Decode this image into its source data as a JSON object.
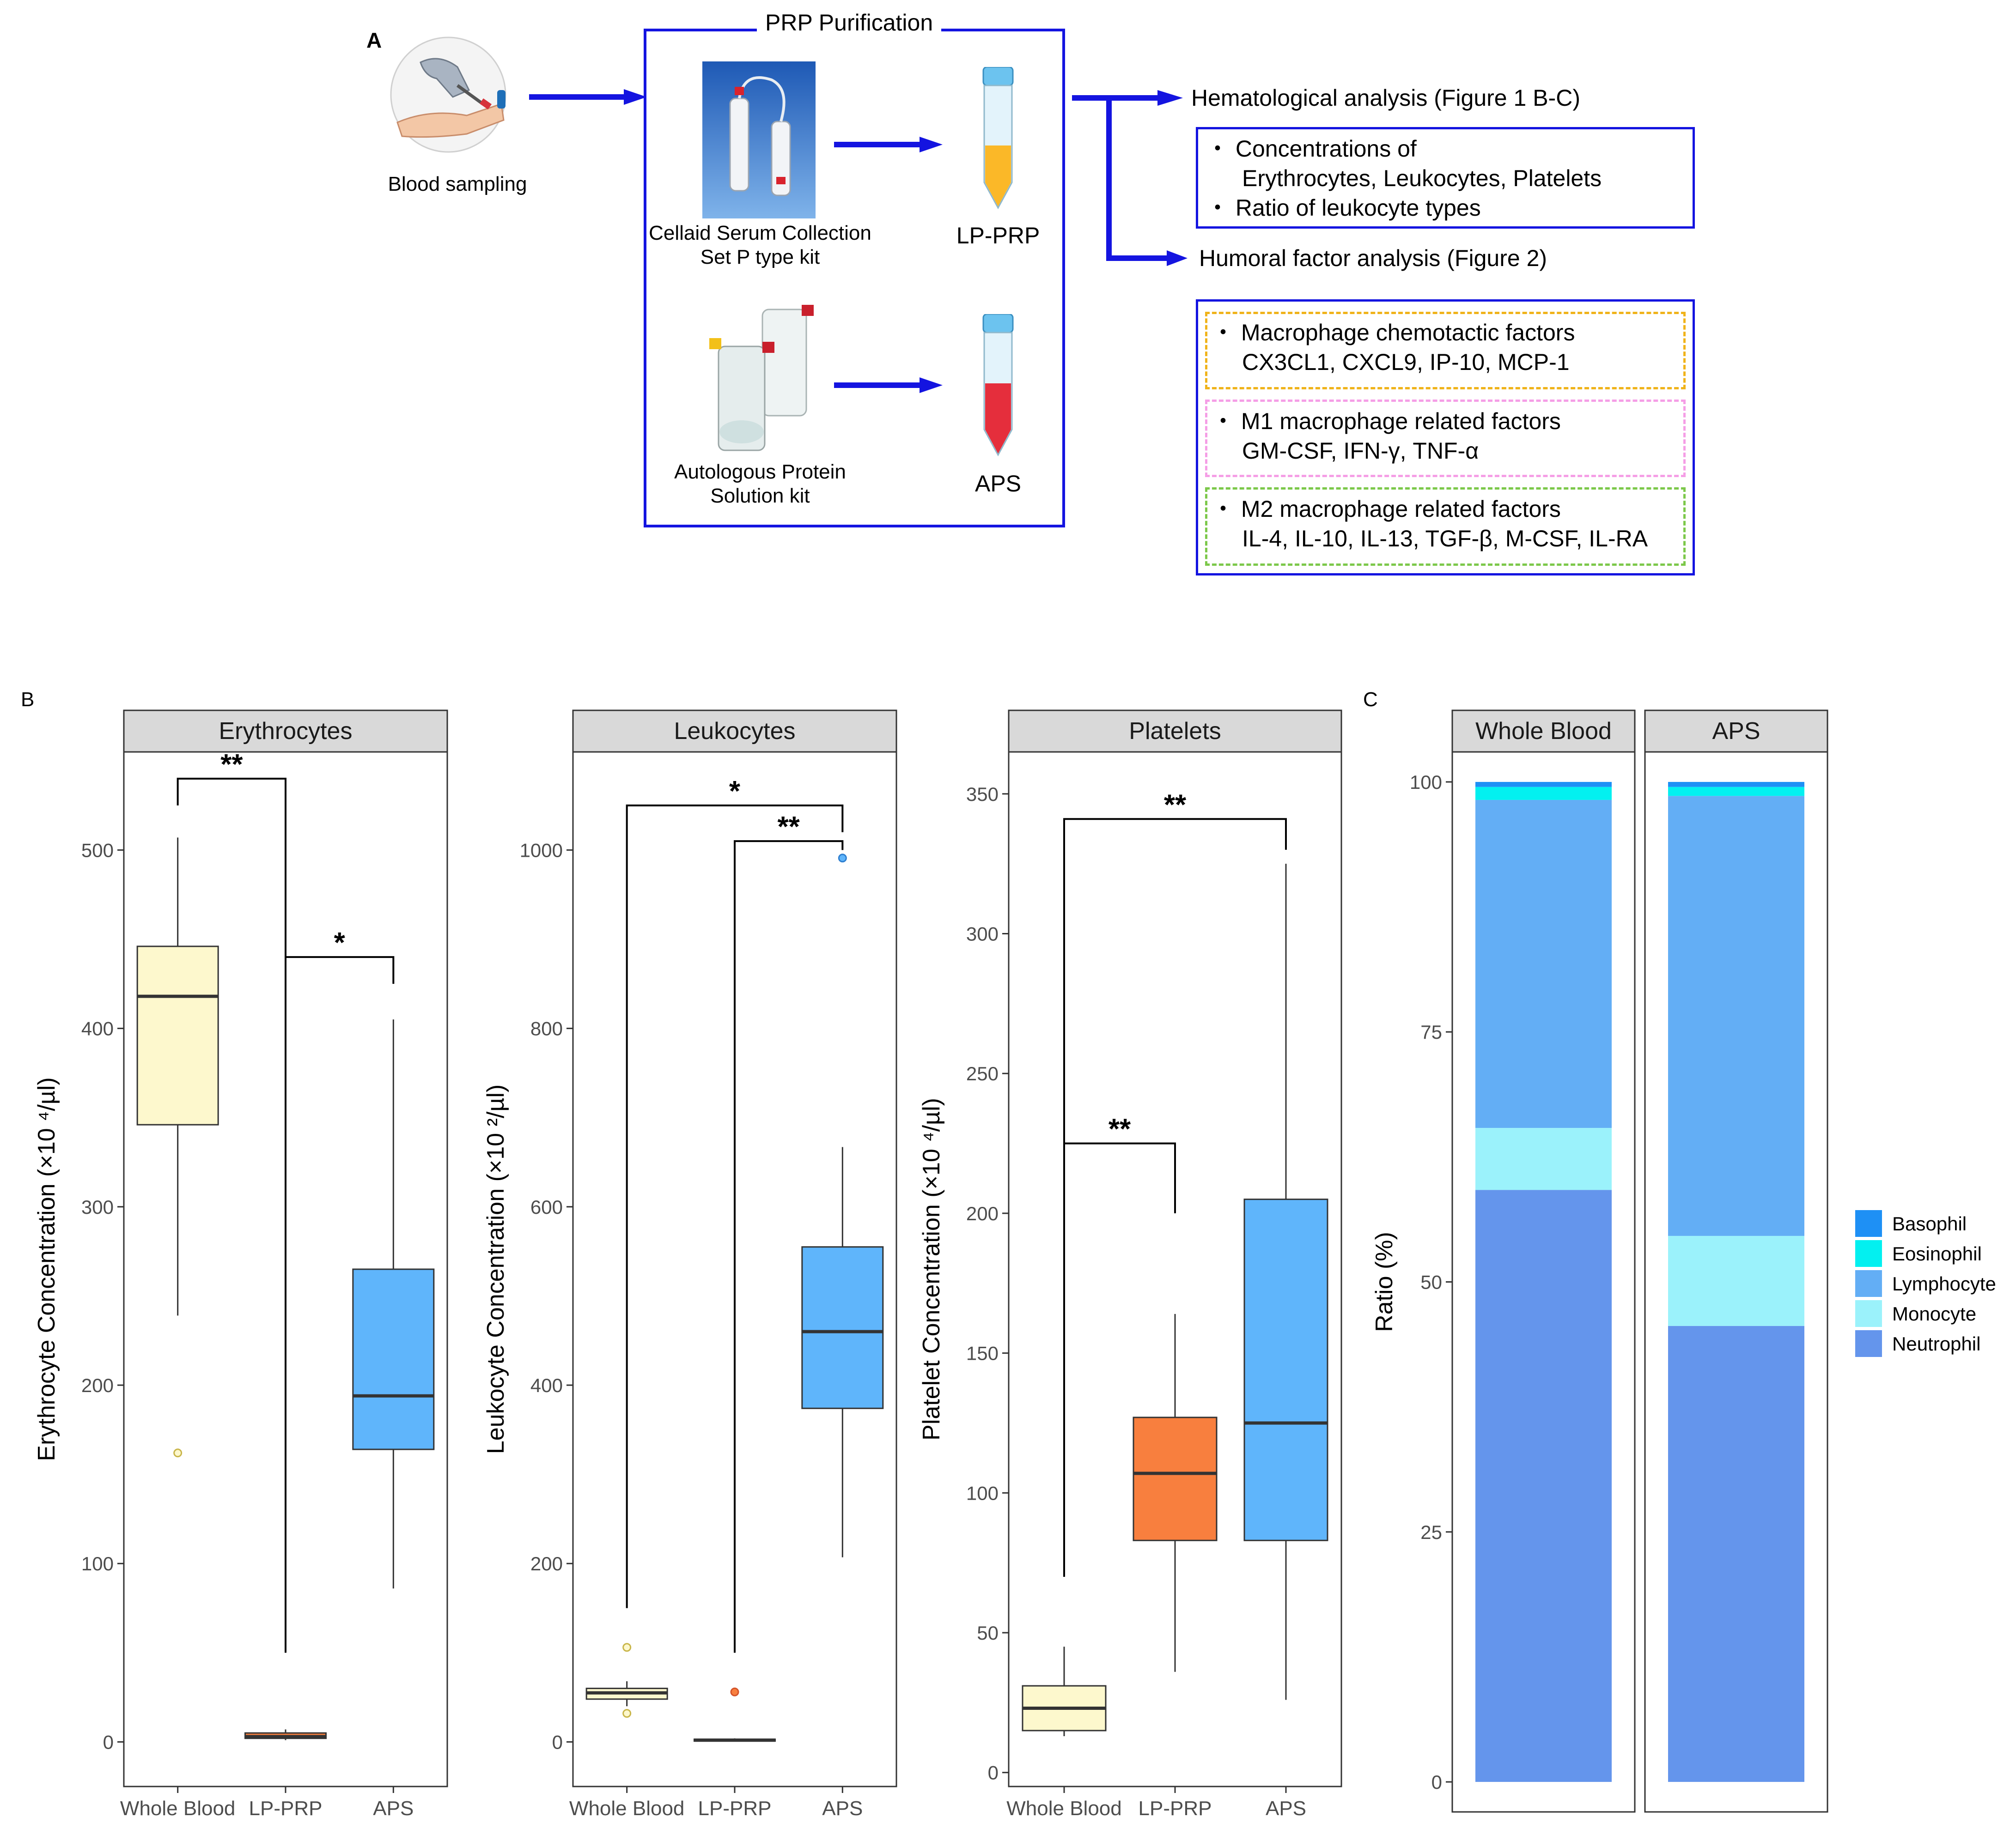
{
  "panel_a": {
    "letter": "A",
    "blood_sampling": "Blood sampling",
    "purification_title": "PRP Purification",
    "kit1": [
      "Cellaid Serum Collection",
      "Set P type kit"
    ],
    "product1": "LP-PRP",
    "kit2": [
      "Autologous Protein",
      "Solution kit"
    ],
    "product2": "APS",
    "hemato_title": "Hematological analysis (Figure 1 B-C)",
    "hemato_items": [
      "・ Concentrations of",
      "Erythrocytes, Leukocytes, Platelets",
      "・ Ratio of leukocyte types"
    ],
    "humoral_title": "Humoral factor analysis (Figure 2)",
    "group1": [
      "・ Macrophage chemotactic factors",
      "CX3CL1, CXCL9, IP-10, MCP-1"
    ],
    "group2": [
      "・ M1 macrophage related factors",
      "GM-CSF, IFN-γ, TNF-α"
    ],
    "group3": [
      "・ M2 macrophage related factors",
      "IL-4, IL-10, IL-13, TGF-β, M-CSF, IL-RA"
    ],
    "colors": {
      "arrow": "#1414e0",
      "group1": "#f0b31a",
      "group2": "#f59ee6",
      "group3": "#7cc84a"
    }
  },
  "panel_b": {
    "letter": "B"
  },
  "panel_c": {
    "letter": "C"
  },
  "chart_data": [
    {
      "type": "box",
      "strip": "Erythrocytes",
      "ylabel": "Erythrocyte Concentration (×10 ⁴/µl)",
      "categories": [
        "Whole Blood",
        "LP-PRP",
        "APS"
      ],
      "ylim": [
        -25,
        555
      ],
      "yticks": [
        0,
        100,
        200,
        300,
        400,
        500
      ],
      "boxes": [
        {
          "min": 239,
          "q1": 346,
          "median": 418,
          "q3": 446,
          "max": 507,
          "outliers": [
            162
          ],
          "fill": "#fdf8cd",
          "outlier_color": "#c9b64a"
        },
        {
          "min": 1,
          "q1": 2,
          "median": 3,
          "q3": 5,
          "max": 7,
          "outliers": [],
          "fill": "#f87f3e",
          "outlier_color": "#d4542a"
        },
        {
          "min": 86,
          "q1": 164,
          "median": 194,
          "q3": 265,
          "max": 405,
          "outliers": [],
          "fill": "#5fb5fb",
          "outlier_color": "#2e7fd0"
        }
      ],
      "significance": [
        {
          "from": 0,
          "to": 1,
          "y": 540,
          "left_drop": 525,
          "right_drop": 50,
          "label": "**"
        },
        {
          "from": 1,
          "to": 2,
          "y": 440,
          "left_drop": 440,
          "right_drop": 425,
          "label": "*"
        }
      ]
    },
    {
      "type": "box",
      "strip": "Leukocytes",
      "ylabel": "Leukocyte Concentration (×10 ²/µl)",
      "categories": [
        "Whole Blood",
        "LP-PRP",
        "APS"
      ],
      "ylim": [
        -50,
        1110
      ],
      "yticks": [
        0,
        200,
        400,
        600,
        800,
        1000
      ],
      "boxes": [
        {
          "min": 40,
          "q1": 48,
          "median": 55,
          "q3": 60,
          "max": 68,
          "outliers": [
            32,
            106
          ],
          "fill": "#fdf8cd",
          "outlier_color": "#c9b64a"
        },
        {
          "min": 1,
          "q1": 1,
          "median": 2,
          "q3": 3,
          "max": 4,
          "outliers": [
            56
          ],
          "fill": "#f87f3e",
          "outlier_color": "#d4542a"
        },
        {
          "min": 207,
          "q1": 374,
          "median": 460,
          "q3": 555,
          "max": 667,
          "outliers": [
            991
          ],
          "fill": "#5fb5fb",
          "outlier_color": "#2e7fd0"
        }
      ],
      "significance": [
        {
          "from": 0,
          "to": 2,
          "y": 1050,
          "left_drop": 150,
          "right_drop": 1020,
          "label": "*"
        },
        {
          "from": 1,
          "to": 2,
          "y": 1010,
          "left_drop": 100,
          "right_drop": 1000,
          "label": "**"
        }
      ]
    },
    {
      "type": "box",
      "strip": "Platelets",
      "ylabel": "Platelet Concentration (×10 ⁴/µl)",
      "categories": [
        "Whole Blood",
        "LP-PRP",
        "APS"
      ],
      "ylim": [
        -5,
        365
      ],
      "yticks": [
        0,
        50,
        100,
        150,
        200,
        250,
        300,
        350
      ],
      "boxes": [
        {
          "min": 13,
          "q1": 15,
          "median": 23,
          "q3": 31,
          "max": 45,
          "outliers": [],
          "fill": "#fdf8cd",
          "outlier_color": "#c9b64a"
        },
        {
          "min": 36,
          "q1": 83,
          "median": 107,
          "q3": 127,
          "max": 164,
          "outliers": [],
          "fill": "#f87f3e",
          "outlier_color": "#d4542a"
        },
        {
          "min": 26,
          "q1": 83,
          "median": 125,
          "q3": 205,
          "max": 325,
          "outliers": [],
          "fill": "#5fb5fb",
          "outlier_color": "#2e7fd0"
        }
      ],
      "significance": [
        {
          "from": 0,
          "to": 2,
          "y": 341,
          "left_drop": 70,
          "right_drop": 330,
          "label": "**"
        },
        {
          "from": 0,
          "to": 1,
          "y": 225,
          "left_drop": 70,
          "right_drop": 200,
          "label": "**"
        }
      ]
    },
    {
      "type": "stacked_bar",
      "ylabel": "Ratio (%)",
      "ylim": [
        -3,
        103
      ],
      "yticks": [
        0,
        25,
        50,
        75,
        100
      ],
      "categories": [
        "Whole Blood",
        "APS"
      ],
      "series": [
        {
          "name": "Neutrophil",
          "color": "#6495ec",
          "values": [
            59.2,
            45.6
          ]
        },
        {
          "name": "Monocyte",
          "color": "#9bf2fb",
          "values": [
            6.2,
            9.0
          ]
        },
        {
          "name": "Lymphocyte",
          "color": "#63aef5",
          "values": [
            32.8,
            44.0
          ]
        },
        {
          "name": "Eosinophil",
          "color": "#03f0f0",
          "values": [
            1.3,
            0.9
          ]
        },
        {
          "name": "Basophil",
          "color": "#1e90f5",
          "values": [
            0.5,
            0.5
          ]
        }
      ],
      "legend_order": [
        "Basophil",
        "Eosinophil",
        "Lymphocyte",
        "Monocyte",
        "Neutrophil"
      ],
      "legend_position": "right"
    }
  ]
}
